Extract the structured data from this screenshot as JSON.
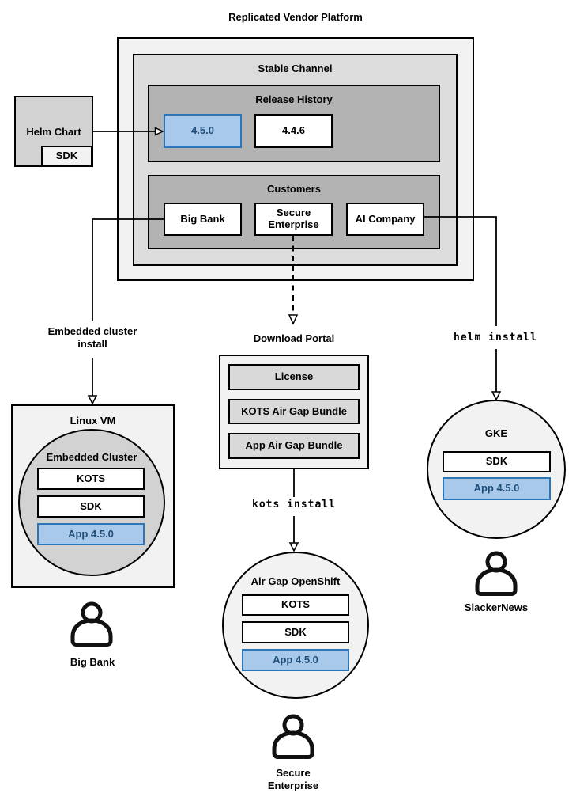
{
  "colors": {
    "highlight_fill": "#A9C9EA",
    "highlight_border": "#2E75B6",
    "highlight_text": "#1F4E79",
    "container_light_gray": "#F2F2F2",
    "channel_gray": "#DCDCDC",
    "inner_dark_gray": "#B3B3B3",
    "item_gray": "#D9D9D9"
  },
  "platform": {
    "title": "Replicated Vendor Platform",
    "channel": {
      "title": "Stable Channel",
      "release_history": {
        "title": "Release History",
        "releases": [
          {
            "version": "4.5.0",
            "highlighted": true
          },
          {
            "version": "4.4.6",
            "highlighted": false
          }
        ]
      },
      "customers": {
        "title": "Customers",
        "items": [
          {
            "name": "Big Bank"
          },
          {
            "name": "Secure Enterprise"
          },
          {
            "name": "AI Company"
          }
        ]
      }
    }
  },
  "helm_chart": {
    "title": "Helm Chart",
    "sdk": "SDK"
  },
  "left_flow": {
    "edge_label": "Embedded cluster\ninstall",
    "vm_title": "Linux VM",
    "cluster_title": "Embedded Cluster",
    "components": [
      {
        "label": "KOTS",
        "highlighted": false
      },
      {
        "label": "SDK",
        "highlighted": false
      },
      {
        "label": "App 4.5.0",
        "highlighted": true
      }
    ],
    "user": "Big Bank"
  },
  "center_flow": {
    "portal_title": "Download Portal",
    "portal_items": [
      {
        "label": "License"
      },
      {
        "label": "KOTS Air Gap Bundle"
      },
      {
        "label": "App Air Gap Bundle"
      }
    ],
    "command": "kots install",
    "cluster_title": "Air Gap OpenShift",
    "components": [
      {
        "label": "KOTS",
        "highlighted": false
      },
      {
        "label": "SDK",
        "highlighted": false
      },
      {
        "label": "App 4.5.0",
        "highlighted": true
      }
    ],
    "user": "Secure\nEnterprise"
  },
  "right_flow": {
    "command": "helm install",
    "cluster_title": "GKE",
    "components": [
      {
        "label": "SDK",
        "highlighted": false
      },
      {
        "label": "App 4.5.0",
        "highlighted": true
      }
    ],
    "user": "SlackerNews"
  }
}
